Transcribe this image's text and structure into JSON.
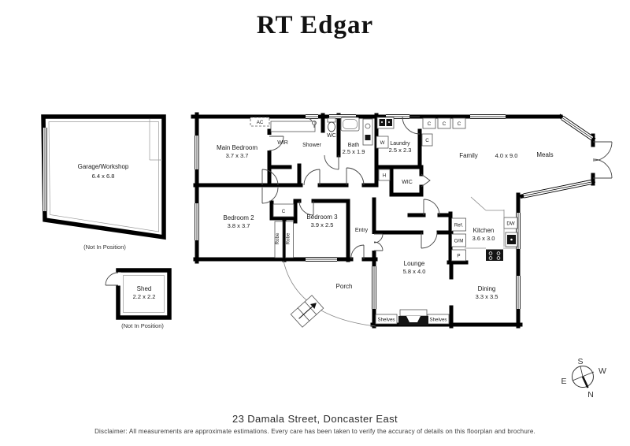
{
  "brand": {
    "logo_text": "RT Edgar"
  },
  "footer": {
    "address": "23 Damala Street, Doncaster East",
    "disclaimer": "Disclaimer: All measurements are approximate estimations. Every care has been taken to verify the accuracy of details on this floorplan and brochure."
  },
  "compass": {
    "north": "N",
    "south": "S",
    "east": "E",
    "west": "W"
  },
  "outbuildings": {
    "garage": {
      "label": "Garage/Workshop",
      "dims": "6.4 x 6.8",
      "note": "(Not In Position)"
    },
    "shed": {
      "label": "Shed",
      "dims": "2.2 x 2.2",
      "note": "(Not In Position)"
    }
  },
  "rooms": {
    "main_bedroom": {
      "label": "Main Bedroom",
      "dims": "3.7 x 3.7"
    },
    "bedroom2": {
      "label": "Bedroom 2",
      "dims": "3.8 x 3.7"
    },
    "bedroom3": {
      "label": "Bedroom 3",
      "dims": "3.9 x 2.5"
    },
    "bath": {
      "label": "Bath",
      "dims": "2.5 x 1.9"
    },
    "laundry": {
      "label": "Laundry",
      "dims": "2.5 x 2.3"
    },
    "family": {
      "label": "Family"
    },
    "family_meals": {
      "dims": "4.0 x 9.0"
    },
    "meals": {
      "label": "Meals"
    },
    "kitchen": {
      "label": "Kitchen",
      "dims": "3.6 x 3.0"
    },
    "dining": {
      "label": "Dining",
      "dims": "3.3 x 3.5"
    },
    "lounge": {
      "label": "Lounge",
      "dims": "5.8 x 4.0"
    },
    "wir": {
      "label": "WIR"
    },
    "wic": {
      "label": "WIC"
    },
    "shower": {
      "label": "Shower"
    },
    "wc": {
      "label": "WC"
    },
    "entry": {
      "label": "Entry"
    },
    "porch": {
      "label": "Porch"
    }
  },
  "fixtures": {
    "ac": "AC",
    "washer": "W",
    "heater": "H",
    "cupboard": "C",
    "robe": "Robe",
    "fridge": "Ref.",
    "oven_microwave": "O/M",
    "pantry": "P",
    "dishwasher": "DW",
    "shelves": "Shelves"
  },
  "colors": {
    "walls": "#000000",
    "text": "#222222",
    "background": "#ffffff"
  }
}
